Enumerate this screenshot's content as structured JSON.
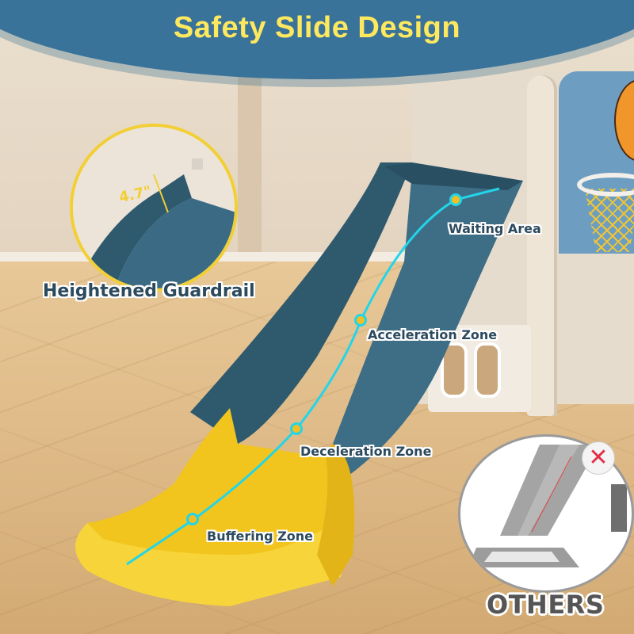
{
  "banner": {
    "title": "Safety Slide Design",
    "background_color": "#3a7399",
    "title_color": "#fde85f"
  },
  "guardrail_callout": {
    "measurement": "4.7\"",
    "label": "Heightened Guardrail",
    "border_color": "#f2cf35"
  },
  "slide_zones": [
    {
      "label": "Waiting Area"
    },
    {
      "label": "Acceleration Zone"
    },
    {
      "label": "Deceleration Zone"
    },
    {
      "label": "Buffering Zone"
    }
  ],
  "path_color": "#22d5e8",
  "marker_color": "#f5bd1f",
  "comparison": {
    "label": "OTHERS",
    "badge_icon": "x-mark-icon",
    "badge_glyph": "✕",
    "badge_color": "#e0304a"
  },
  "colors": {
    "slide_blue": "#2f5a6e",
    "slide_yellow": "#f2c51e",
    "floor": "#dcb784"
  }
}
